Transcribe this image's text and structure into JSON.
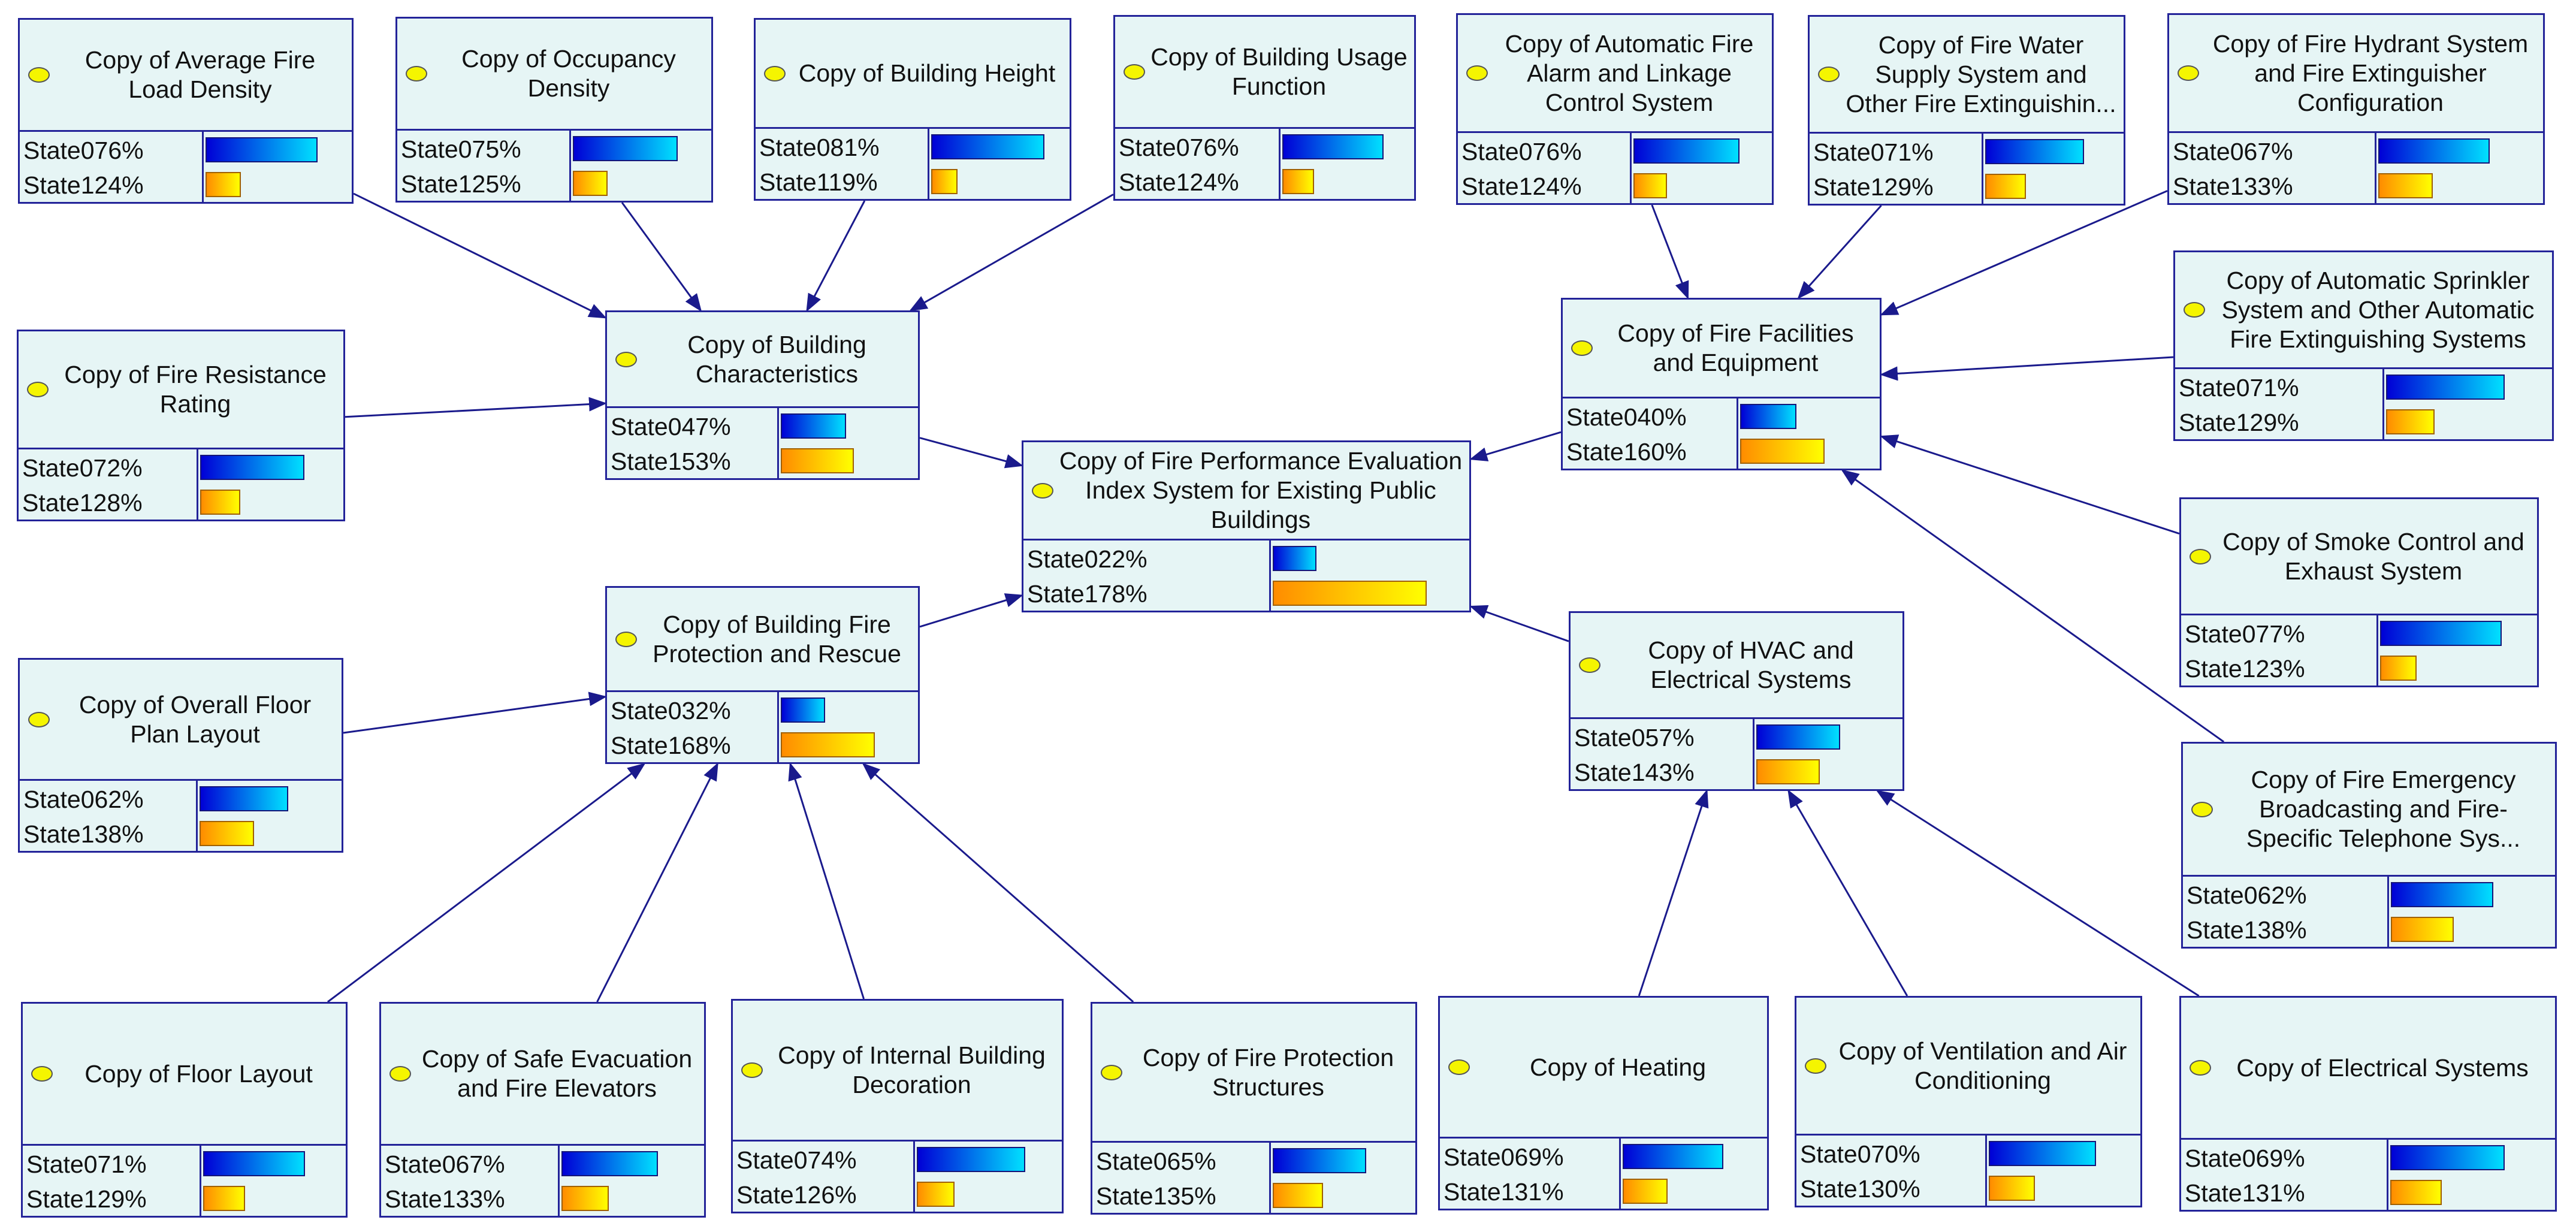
{
  "colors": {
    "edge": "#1a1a8c",
    "node_border": "#232399",
    "node_fill": "#e6f5f5",
    "state0_bar": "#00a8ff",
    "state1_bar": "#ffbf00"
  },
  "nodes": [
    {
      "id": "n1",
      "title": "Copy of Average Fire Load Density",
      "states": [
        {
          "label": "State0",
          "pct": "76%",
          "v": 0.76
        },
        {
          "label": "State1",
          "pct": "24%",
          "v": 0.24
        }
      ]
    },
    {
      "id": "n2",
      "title": "Copy of Occupancy Density",
      "states": [
        {
          "label": "State0",
          "pct": "75%",
          "v": 0.75
        },
        {
          "label": "State1",
          "pct": "25%",
          "v": 0.25
        }
      ]
    },
    {
      "id": "n3",
      "title": "Copy of Building Height",
      "states": [
        {
          "label": "State0",
          "pct": "81%",
          "v": 0.81
        },
        {
          "label": "State1",
          "pct": "19%",
          "v": 0.19
        }
      ]
    },
    {
      "id": "n4",
      "title": "Copy of Building Usage Function",
      "states": [
        {
          "label": "State0",
          "pct": "76%",
          "v": 0.76
        },
        {
          "label": "State1",
          "pct": "24%",
          "v": 0.24
        }
      ]
    },
    {
      "id": "n5",
      "title": "Copy of Automatic Fire Alarm and Linkage Control System",
      "states": [
        {
          "label": "State0",
          "pct": "76%",
          "v": 0.76
        },
        {
          "label": "State1",
          "pct": "24%",
          "v": 0.24
        }
      ]
    },
    {
      "id": "n6",
      "title": "Copy of Fire Water Supply System and Other Fire Extinguishin...",
      "states": [
        {
          "label": "State0",
          "pct": "71%",
          "v": 0.71
        },
        {
          "label": "State1",
          "pct": "29%",
          "v": 0.29
        }
      ]
    },
    {
      "id": "n7",
      "title": "Copy of Fire Hydrant System and Fire Extinguisher Configuration",
      "states": [
        {
          "label": "State0",
          "pct": "67%",
          "v": 0.67
        },
        {
          "label": "State1",
          "pct": "33%",
          "v": 0.33
        }
      ]
    },
    {
      "id": "n8",
      "title": "Copy of Fire Resistance Rating",
      "states": [
        {
          "label": "State0",
          "pct": "72%",
          "v": 0.72
        },
        {
          "label": "State1",
          "pct": "28%",
          "v": 0.28
        }
      ]
    },
    {
      "id": "n9",
      "title": "Copy of Building Characteristics",
      "states": [
        {
          "label": "State0",
          "pct": "47%",
          "v": 0.47
        },
        {
          "label": "State1",
          "pct": "53%",
          "v": 0.53
        }
      ]
    },
    {
      "id": "n10",
      "title": "Copy of Fire Facilities and Equipment",
      "states": [
        {
          "label": "State0",
          "pct": "40%",
          "v": 0.4
        },
        {
          "label": "State1",
          "pct": "60%",
          "v": 0.6
        }
      ]
    },
    {
      "id": "n11",
      "title": "Copy of Automatic Sprinkler System and Other Automatic Fire Extinguishing Systems",
      "states": [
        {
          "label": "State0",
          "pct": "71%",
          "v": 0.71
        },
        {
          "label": "State1",
          "pct": "29%",
          "v": 0.29
        }
      ]
    },
    {
      "id": "n12",
      "title": "Copy of Fire Performance Evaluation Index System for Existing Public Buildings",
      "states": [
        {
          "label": "State0",
          "pct": "22%",
          "v": 0.22
        },
        {
          "label": "State1",
          "pct": "78%",
          "v": 0.78
        }
      ]
    },
    {
      "id": "n13",
      "title": "Copy of Smoke Control and Exhaust System",
      "states": [
        {
          "label": "State0",
          "pct": "77%",
          "v": 0.77
        },
        {
          "label": "State1",
          "pct": "23%",
          "v": 0.23
        }
      ]
    },
    {
      "id": "n14",
      "title": "Copy of Building Fire Protection and Rescue",
      "states": [
        {
          "label": "State0",
          "pct": "32%",
          "v": 0.32
        },
        {
          "label": "State1",
          "pct": "68%",
          "v": 0.68
        }
      ]
    },
    {
      "id": "n15",
      "title": "Copy of HVAC and Electrical Systems",
      "states": [
        {
          "label": "State0",
          "pct": "57%",
          "v": 0.57
        },
        {
          "label": "State1",
          "pct": "43%",
          "v": 0.43
        }
      ]
    },
    {
      "id": "n16",
      "title": "Copy of Overall Floor Plan Layout",
      "states": [
        {
          "label": "State0",
          "pct": "62%",
          "v": 0.62
        },
        {
          "label": "State1",
          "pct": "38%",
          "v": 0.38
        }
      ]
    },
    {
      "id": "n17",
      "title": "Copy of Fire Emergency Broadcasting and Fire-Specific Telephone Sys...",
      "states": [
        {
          "label": "State0",
          "pct": "62%",
          "v": 0.62
        },
        {
          "label": "State1",
          "pct": "38%",
          "v": 0.38
        }
      ]
    },
    {
      "id": "n18",
      "title": "Copy of Floor Layout",
      "states": [
        {
          "label": "State0",
          "pct": "71%",
          "v": 0.71
        },
        {
          "label": "State1",
          "pct": "29%",
          "v": 0.29
        }
      ]
    },
    {
      "id": "n19",
      "title": "Copy of Safe Evacuation and Fire Elevators",
      "states": [
        {
          "label": "State0",
          "pct": "67%",
          "v": 0.67
        },
        {
          "label": "State1",
          "pct": "33%",
          "v": 0.33
        }
      ]
    },
    {
      "id": "n20",
      "title": "Copy of Internal Building Decoration",
      "states": [
        {
          "label": "State0",
          "pct": "74%",
          "v": 0.74
        },
        {
          "label": "State1",
          "pct": "26%",
          "v": 0.26
        }
      ]
    },
    {
      "id": "n21",
      "title": "Copy of Fire Protection Structures",
      "states": [
        {
          "label": "State0",
          "pct": "65%",
          "v": 0.65
        },
        {
          "label": "State1",
          "pct": "35%",
          "v": 0.35
        }
      ]
    },
    {
      "id": "n22",
      "title": "Copy of Heating",
      "states": [
        {
          "label": "State0",
          "pct": "69%",
          "v": 0.69
        },
        {
          "label": "State1",
          "pct": "31%",
          "v": 0.31
        }
      ]
    },
    {
      "id": "n23",
      "title": "Copy of Ventilation and Air Conditioning",
      "states": [
        {
          "label": "State0",
          "pct": "70%",
          "v": 0.7
        },
        {
          "label": "State1",
          "pct": "30%",
          "v": 0.3
        }
      ]
    },
    {
      "id": "n24",
      "title": "Copy of Electrical Systems",
      "states": [
        {
          "label": "State0",
          "pct": "69%",
          "v": 0.69
        },
        {
          "label": "State1",
          "pct": "31%",
          "v": 0.31
        }
      ]
    }
  ],
  "edges": [
    {
      "from": "n1",
      "to": "n9"
    },
    {
      "from": "n2",
      "to": "n9"
    },
    {
      "from": "n3",
      "to": "n9"
    },
    {
      "from": "n4",
      "to": "n9"
    },
    {
      "from": "n8",
      "to": "n9"
    },
    {
      "from": "n5",
      "to": "n10"
    },
    {
      "from": "n6",
      "to": "n10"
    },
    {
      "from": "n7",
      "to": "n10"
    },
    {
      "from": "n11",
      "to": "n10"
    },
    {
      "from": "n13",
      "to": "n10"
    },
    {
      "from": "n17",
      "to": "n10"
    },
    {
      "from": "n9",
      "to": "n12"
    },
    {
      "from": "n10",
      "to": "n12"
    },
    {
      "from": "n14",
      "to": "n12"
    },
    {
      "from": "n15",
      "to": "n12"
    },
    {
      "from": "n16",
      "to": "n14"
    },
    {
      "from": "n18",
      "to": "n14"
    },
    {
      "from": "n19",
      "to": "n14"
    },
    {
      "from": "n20",
      "to": "n14"
    },
    {
      "from": "n21",
      "to": "n14"
    },
    {
      "from": "n22",
      "to": "n15"
    },
    {
      "from": "n23",
      "to": "n15"
    },
    {
      "from": "n24",
      "to": "n15"
    }
  ]
}
